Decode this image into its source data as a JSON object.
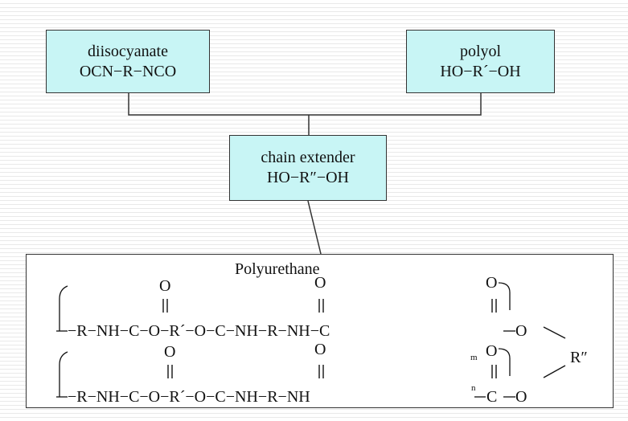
{
  "reactants": {
    "diisocyanate": {
      "name": "diisocyanate",
      "formula": "OCN−R−NCO"
    },
    "polyol": {
      "name": "polyol",
      "formula": "HO−R´−OH"
    },
    "chain_extender": {
      "name": "chain extender",
      "formula": "HO−R″−OH"
    }
  },
  "product": {
    "title": "Polyurethane",
    "carbonyl_o": "O",
    "row1": [
      "−R−NH−C−O−R´−O−C−NH−R−NH−C",
      "O"
    ],
    "row2": [
      "−R−NH−C−O−R´−O−C−NH−R−NH",
      "C",
      "O"
    ],
    "linker": "R″",
    "subscript_m": "m",
    "subscript_n": "n"
  }
}
